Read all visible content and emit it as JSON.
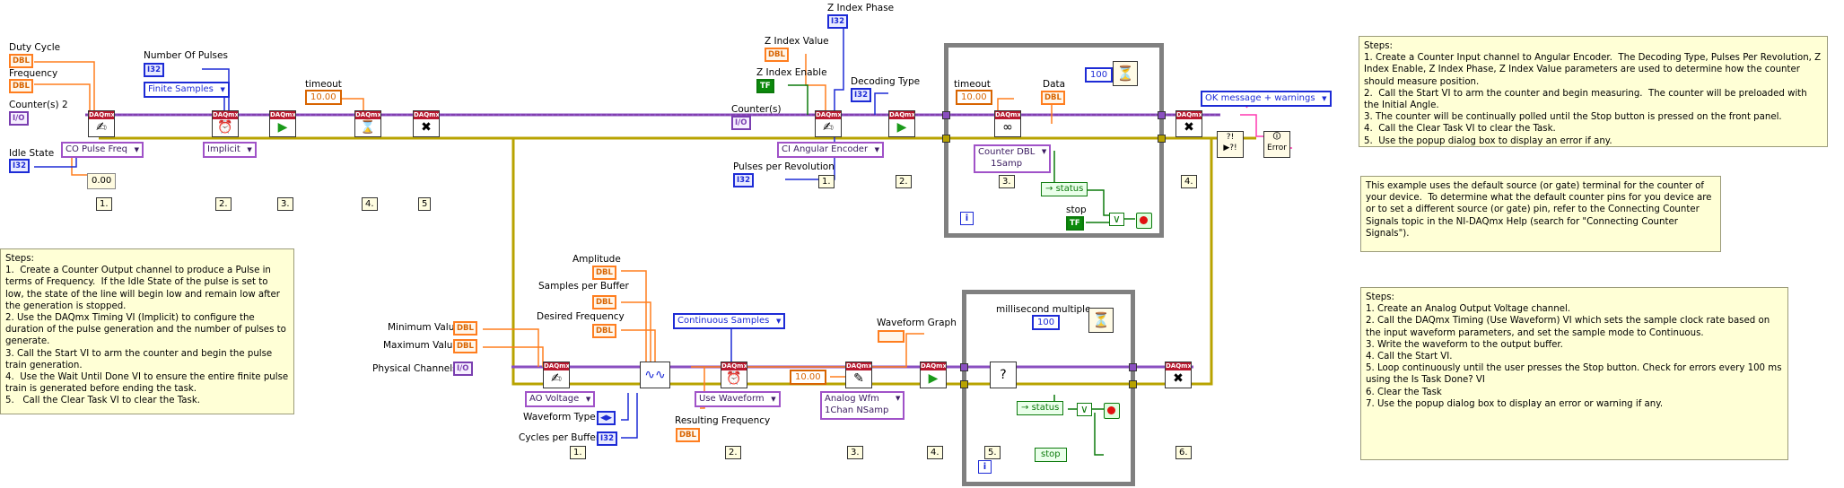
{
  "counter_output": {
    "duty_cycle_label": "Duty Cycle",
    "frequency_label": "Frequency",
    "counters_label": "Counter(s) 2",
    "idle_state_label": "Idle State",
    "number_of_pulses_label": "Number Of Pulses",
    "finite_samples": "Finite Samples",
    "timeout_label": "timeout",
    "timeout_value": "10.00",
    "co_pulse_freq": "CO Pulse Freq",
    "implicit": "Implicit",
    "initial_delay_value": "0.00",
    "steps": [
      "1.",
      "2.",
      "3.",
      "4.",
      "5"
    ]
  },
  "counter_input": {
    "z_index_phase_label": "Z Index Phase",
    "z_index_value_label": "Z Index Value",
    "z_index_enable_label": "Z Index Enable",
    "decoding_type_label": "Decoding Type",
    "counters_label": "Counter(s)",
    "ci_angular_encoder": "CI Angular Encoder",
    "pulses_per_rev_label": "Pulses per Revolution",
    "timeout_label": "timeout",
    "timeout_value": "10.00",
    "data_label": "Data",
    "counter_read_mode_line1": "Counter DBL",
    "counter_read_mode_line2": "1Samp",
    "status_label": "status",
    "stop_label": "stop",
    "ms_multiple_value": "100",
    "ok_message": "OK message + warnings",
    "steps": [
      "1.",
      "2.",
      "3.",
      "4."
    ]
  },
  "analog_output": {
    "amplitude_label": "Amplitude",
    "samples_per_buffer_label": "Samples per Buffer",
    "desired_frequency_label": "Desired Frequency",
    "minimum_value_label": "Minimum Value",
    "maximum_value_label": "Maximum Value",
    "physical_channels_label": "Physical Channels",
    "ao_voltage": "AO Voltage",
    "waveform_type_label": "Waveform Type",
    "cycles_per_buffer_label": "Cycles per Buffer",
    "continuous_samples": "Continuous Samples",
    "use_waveform": "Use Waveform",
    "resulting_frequency_label": "Resulting Frequency",
    "waveform_graph_label": "Waveform Graph",
    "timeout_value": "10.00",
    "write_mode_line1": "Analog Wfm",
    "write_mode_line2": "1Chan NSamp",
    "ms_multiple_label": "millisecond multiple",
    "ms_multiple_value": "100",
    "status_label": "status",
    "stop_label": "stop",
    "steps": [
      "1.",
      "2.",
      "3.",
      "4.",
      "5.",
      "6."
    ]
  },
  "type_tags": {
    "dbl": "DBL",
    "i32": "I32",
    "io": "I/O",
    "tf": "TF",
    "daqmx": "DAQmx",
    "loop_index": "i"
  },
  "notes": {
    "ci_steps": "Steps:\n1. Create a Counter Input channel to Angular Encoder.  The Decoding Type, Pulses Per Revolution, Z Index Enable, Z Index Phase, Z Index Value parameters are used to determine how the counter should measure position.\n2.  Call the Start VI to arm the counter and begin measuring.  The counter will be preloaded with the Initial Angle.\n3. The counter will be continually polled until the Stop button is pressed on the front panel.\n4.  Call the Clear Task VI to clear the Task.\n5.  Use the popup dialog box to display an error if any.",
    "default_source": "This example uses the default source (or gate) terminal for the counter of your device.  To determine what the default counter pins for you device are or to set a different source (or gate) pin, refer to the Connecting Counter Signals topic in the NI-DAQmx Help (search for \"Connecting Counter Signals\").",
    "ao_steps": "Steps:\n1. Create an Analog Output Voltage channel.\n2. Call the DAQmx Timing (Use Waveform) VI which sets the sample clock rate based on the input waveform parameters, and set the sample mode to Continuous.\n3. Write the waveform to the output buffer.\n4. Call the Start VI.\n5. Loop continuously until the user presses the Stop button. Check for errors every 100 ms using the Is Task Done? VI\n6. Clear the Task\n7. Use the popup dialog box to display an error or warning if any.",
    "co_steps": "Steps:\n1.  Create a Counter Output channel to produce a Pulse in terms of Frequency.  If the Idle State of the pulse is set to low, the state of the line will begin low and remain low after the generation is stopped.\n2. Use the DAQmx Timing VI (Implicit) to configure the duration of the pulse generation and the number of pulses to generate.\n3. Call the Start VI to arm the counter and begin the pulse train generation.\n4.  Use the Wait Until Done VI to ensure the entire finite pulse train is generated before ending the task.\n5.   Call the Clear Task VI to clear the Task."
  }
}
